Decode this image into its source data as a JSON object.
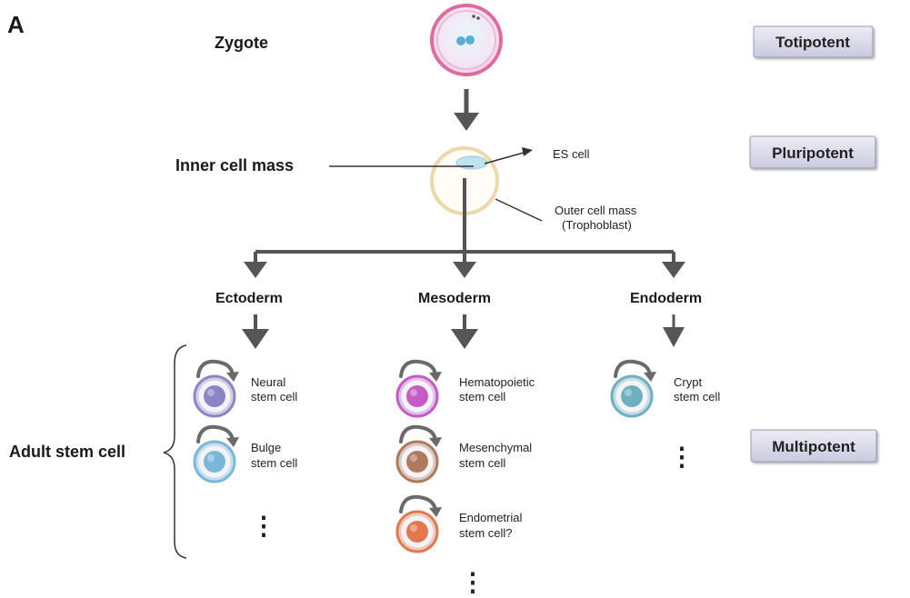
{
  "panel_label": "A",
  "stages": {
    "zygote": "Zygote",
    "inner_cell_mass": "Inner cell mass",
    "es_cell": "ES cell",
    "outer_cell_mass_line1": "Outer cell mass",
    "outer_cell_mass_line2": "(Trophoblast)",
    "adult_stem_cell": "Adult stem cell"
  },
  "potency": {
    "totipotent": "Totipotent",
    "pluripotent": "Pluripotent",
    "multipotent": "Multipotent"
  },
  "germ_layers": {
    "ectoderm": "Ectoderm",
    "mesoderm": "Mesoderm",
    "endoderm": "Endoderm"
  },
  "cells": {
    "neural": {
      "line1": "Neural",
      "line2": "stem cell",
      "color": "#8a86c4"
    },
    "bulge": {
      "line1": "Bulge",
      "line2": "stem cell",
      "color": "#7ab8d8"
    },
    "hematopoietic": {
      "line1": "Hematopoietic",
      "line2": "stem cell",
      "color": "#c35cc4"
    },
    "mesenchymal": {
      "line1": "Mesenchymal",
      "line2": "stem cell",
      "color": "#b07a5e"
    },
    "endometrial": {
      "line1": "Endometrial",
      "line2": "stem cell?",
      "color": "#e07a4e"
    },
    "crypt": {
      "line1": "Crypt",
      "line2": "stem cell",
      "color": "#6fb0bf"
    }
  },
  "ellipsis": "⋮",
  "colors": {
    "arrow": "#555555",
    "badge_fill": "#dcdcec",
    "zygote_ring": "#e06aa0",
    "zygote_fill": "#f6e9f6",
    "blastocyst_ring": "#ecd8a8"
  }
}
